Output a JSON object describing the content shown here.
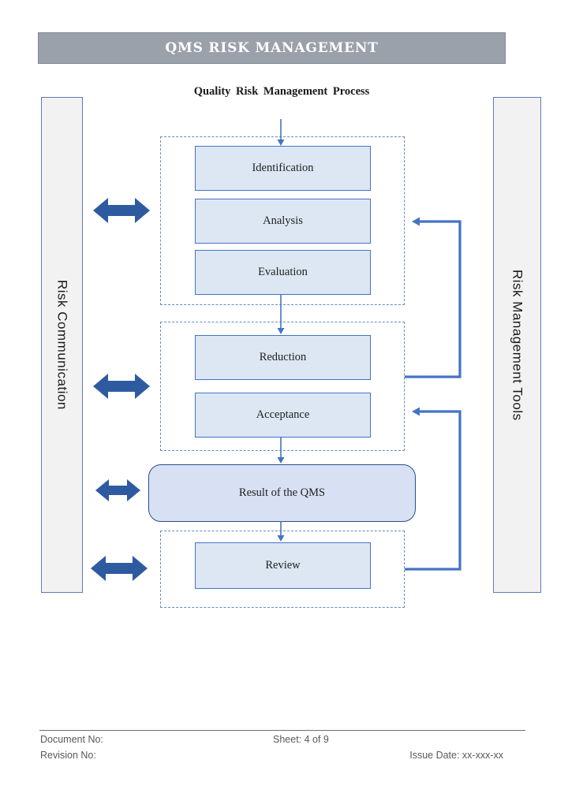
{
  "header": {
    "title": "QMS RISK MANAGEMENT"
  },
  "diagram": {
    "title": "Quality Risk Management Process",
    "left_rail_label": "Risk Communication",
    "right_rail_label": "Risk Management Tools",
    "assessment_steps": [
      "Identification",
      "Analysis",
      "Evaluation"
    ],
    "control_steps": [
      "Reduction",
      "Acceptance"
    ],
    "result_label": "Result of the QMS",
    "review_label": "Review"
  },
  "colors": {
    "header_bar": "#9ba1ab",
    "process_box_fill": "#dce7f3",
    "process_box_border": "#4473c5",
    "result_box_fill": "#d8e1f3",
    "result_box_border": "#2d4d8e",
    "group_dashed_border": "#6889c4",
    "double_arrow": "#2e5ba0",
    "connector_arrow": "#4473c5",
    "rail_fill": "#f2f2f2"
  },
  "footer": {
    "document_no": "Document No:",
    "sheet": "Sheet: 4 of 9",
    "revision_no": "Revision No:",
    "issue_date": "Issue Date: xx-xxx-xx"
  }
}
